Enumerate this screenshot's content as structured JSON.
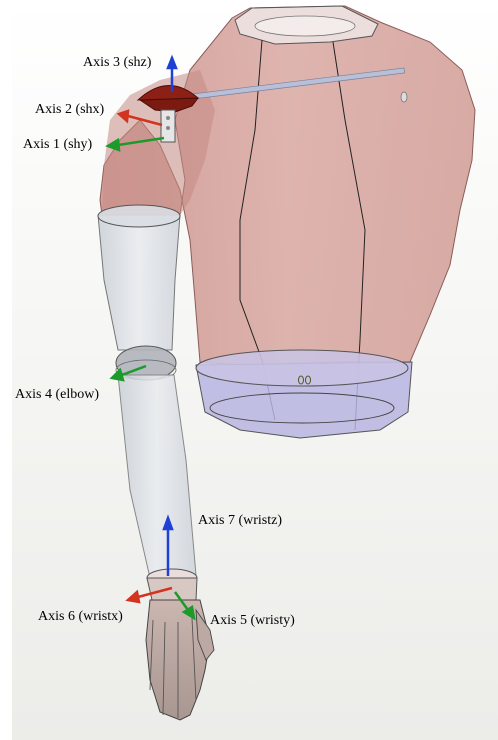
{
  "axes": [
    {
      "label": "Axis 3 (shz)",
      "color": "#1f3fd6"
    },
    {
      "label": "Axis 2 (shx)",
      "color": "#d2341f"
    },
    {
      "label": "Axis 1 (shy)",
      "color": "#1c9a2a"
    },
    {
      "label": "Axis 4 (elbow)",
      "color": "#1c9a2a"
    },
    {
      "label": "Axis 7 (wristz)",
      "color": "#1f3fd6"
    },
    {
      "label": "Axis 6 (wristx)",
      "color": "#d2341f"
    },
    {
      "label": "Axis 5 (wristy)",
      "color": "#1c9a2a"
    }
  ]
}
